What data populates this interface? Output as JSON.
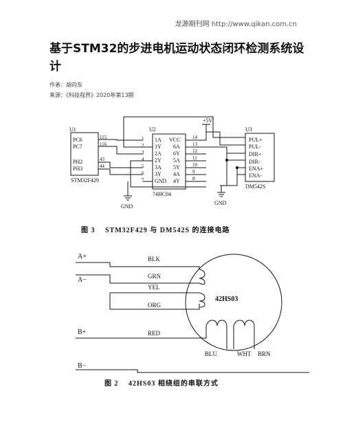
{
  "header": {
    "source": "龙源期刊网 http://www.qikan.com.cn"
  },
  "article": {
    "title": "基于STM32的步进电机运动状态闭环检测系统设计",
    "author": "作者：胡向东",
    "source": "来源：《科技视界》2020年第13期"
  },
  "figure3": {
    "caption": "图 3　 STM32F429 与 DM542S 的连接电路",
    "u1": {
      "ref": "U1",
      "part": "STM32F429",
      "pins": [
        {
          "name": "PC6",
          "num": "115"
        },
        {
          "name": "PC7",
          "num": "116"
        },
        {
          "name": "PH2",
          "num": "43"
        },
        {
          "name": "PH3",
          "num": "44"
        }
      ]
    },
    "u2": {
      "ref": "U2",
      "part": "74HC04",
      "left_pins": [
        {
          "num": "1",
          "name": "1A"
        },
        {
          "num": "2",
          "name": "1Y"
        },
        {
          "num": "3",
          "name": "2A"
        },
        {
          "num": "4",
          "name": "2Y"
        },
        {
          "num": "5",
          "name": "3A"
        },
        {
          "num": "6",
          "name": "3Y"
        },
        {
          "num": "7",
          "name": "GND"
        }
      ],
      "right_pins": [
        {
          "num": "14",
          "name": "VCC"
        },
        {
          "num": "13",
          "name": "6A"
        },
        {
          "num": "12",
          "name": "6Y"
        },
        {
          "num": "11",
          "name": "5A"
        },
        {
          "num": "10",
          "name": "5Y"
        },
        {
          "num": "9",
          "name": "4A"
        },
        {
          "num": "8",
          "name": "4Y"
        }
      ]
    },
    "u3": {
      "ref": "U3",
      "part": "DM542S",
      "pins": [
        "PUL+",
        "PUL-",
        "DIR+",
        "DIR-",
        "ENA+",
        "ENA-"
      ]
    },
    "supply": "+5V",
    "gnd1": "GND",
    "gnd2": "GND"
  },
  "figure2": {
    "caption": "图 2　 42HS03 相绕组的串联方式",
    "terminals": [
      "A+",
      "A−",
      "B+",
      "B−"
    ],
    "wires": [
      "BLK",
      "GRN",
      "YEL",
      "ORG",
      "RED",
      "BLU",
      "WHT",
      "BRN"
    ],
    "motor": "42HS03"
  }
}
